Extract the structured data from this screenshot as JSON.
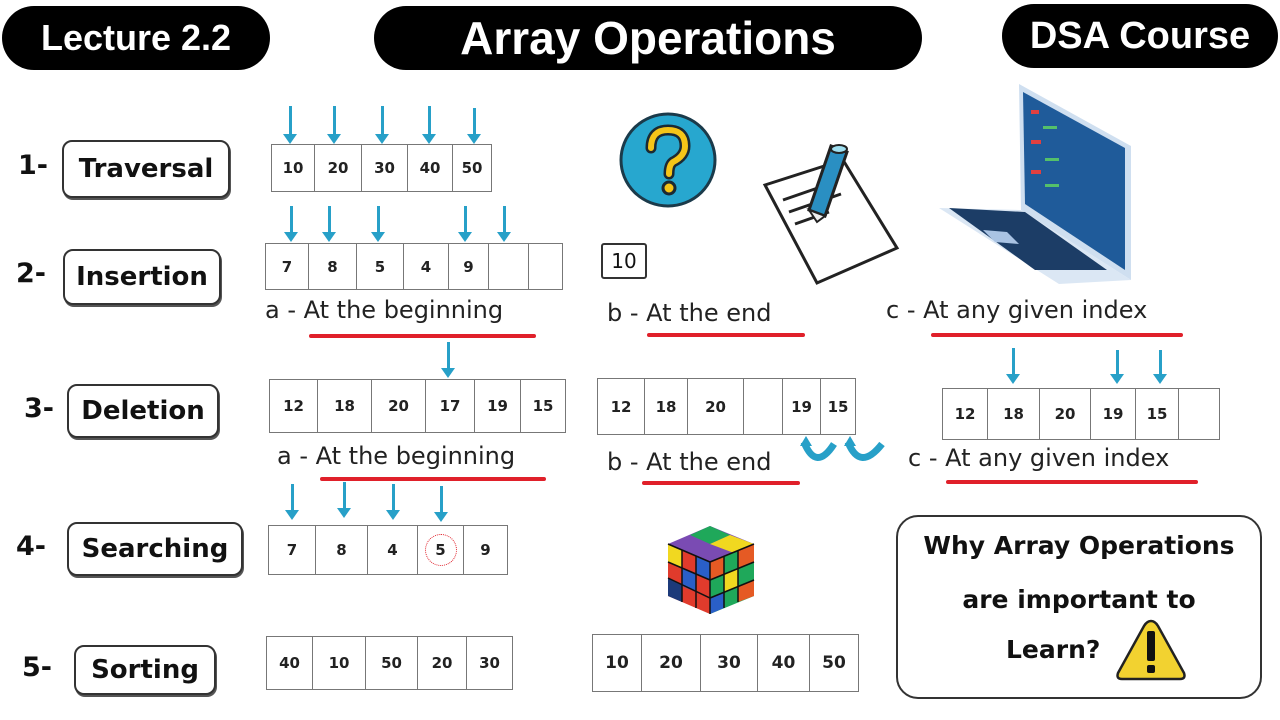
{
  "header": {
    "lecture": "Lecture 2.2",
    "title": "Array Operations",
    "course": "DSA Course"
  },
  "operations": [
    {
      "num": "1-",
      "label": "Traversal"
    },
    {
      "num": "2-",
      "label": "Insertion"
    },
    {
      "num": "3-",
      "label": "Deletion"
    },
    {
      "num": "4-",
      "label": "Searching"
    },
    {
      "num": "5-",
      "label": "Sorting"
    }
  ],
  "traversal": {
    "array": [
      "10",
      "20",
      "30",
      "40",
      "50"
    ]
  },
  "insertion": {
    "array": [
      "7",
      "8",
      "5",
      "4",
      "9",
      "",
      ""
    ],
    "new_element": "10",
    "cases": {
      "a_prefix": "a -",
      "a": "At the beginning",
      "b_prefix": "b -",
      "b": "At the end",
      "c_prefix": "c -",
      "c": "At any given index"
    }
  },
  "deletion": {
    "array_a": [
      "12",
      "18",
      "20",
      "17",
      "19",
      "15"
    ],
    "array_b": [
      "12",
      "18",
      "20",
      "",
      "19",
      "15"
    ],
    "array_c": [
      "12",
      "18",
      "20",
      "19",
      "15",
      ""
    ],
    "cases": {
      "a_prefix": "a -",
      "a": "At the beginning",
      "b_prefix": "b -",
      "b": "At the end",
      "c_prefix": "c -",
      "c": "At any given index"
    }
  },
  "searching": {
    "array": [
      "7",
      "8",
      "4",
      "5",
      "9"
    ],
    "found": "5"
  },
  "sorting": {
    "unsorted": [
      "40",
      "10",
      "50",
      "20",
      "30"
    ],
    "sorted": [
      "10",
      "20",
      "30",
      "40",
      "50"
    ]
  },
  "why_box": {
    "line1": "Why Array Operations",
    "line2": "are important to",
    "line3": "Learn?"
  },
  "colors": {
    "arrow": "#27a0c8",
    "underline": "#e0202a",
    "pill": "#000000",
    "warning": "#f2d230"
  }
}
